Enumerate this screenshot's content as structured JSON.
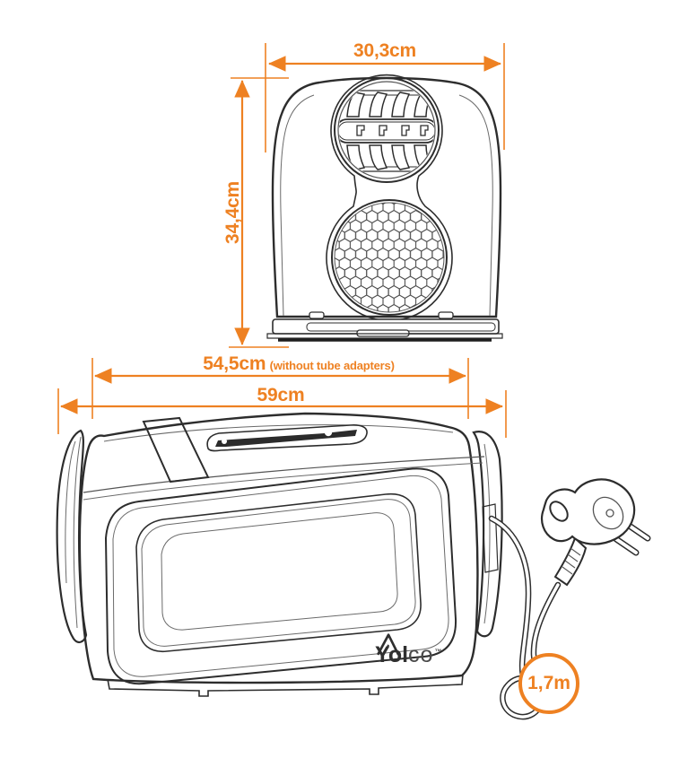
{
  "accent_color": "#EE8122",
  "line_color": "#2d2d2d",
  "dimensions": {
    "top_width": "30,3cm",
    "front_height": "34,4cm",
    "body_length": "54,5cm",
    "body_length_note": "(without tube adapters)",
    "overall_length": "59cm",
    "cable_length": "1,7m"
  },
  "brand": {
    "prefix": "Yol",
    "suffix": "co",
    "trademark": "™"
  }
}
